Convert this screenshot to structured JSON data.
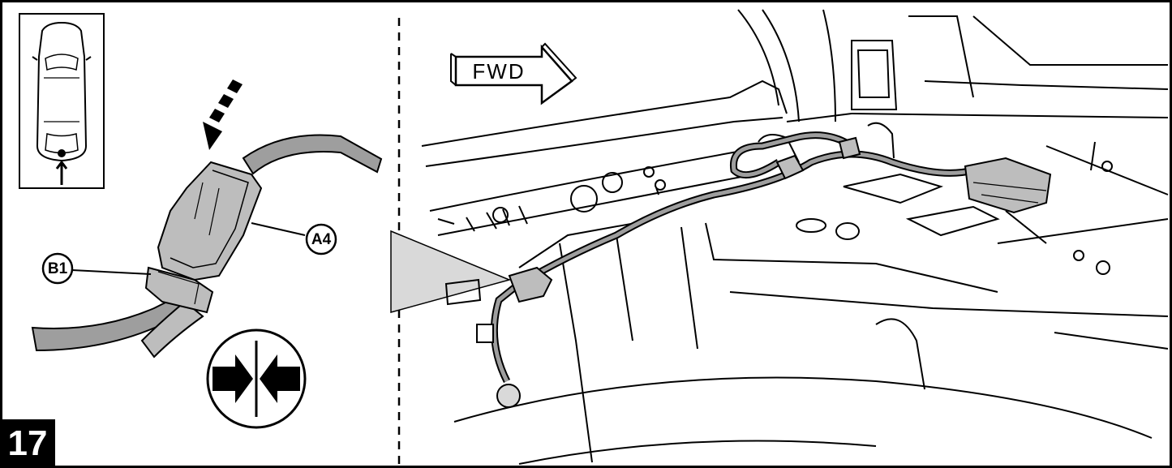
{
  "step": {
    "number": "17"
  },
  "callouts": {
    "a4": "A4",
    "b1": "B1"
  },
  "direction": {
    "label": "FWD",
    "icon": "forward-arrow-icon"
  },
  "icons": {
    "connect": "connect-arrows-icon",
    "push": "dashed-push-arrow-icon",
    "vehicle": "vehicle-top-view-icon"
  },
  "colors": {
    "line": "#000000",
    "connector": "#bdbdbd",
    "cable": "#9e9e9e",
    "zoom": "#d9d9d9"
  }
}
